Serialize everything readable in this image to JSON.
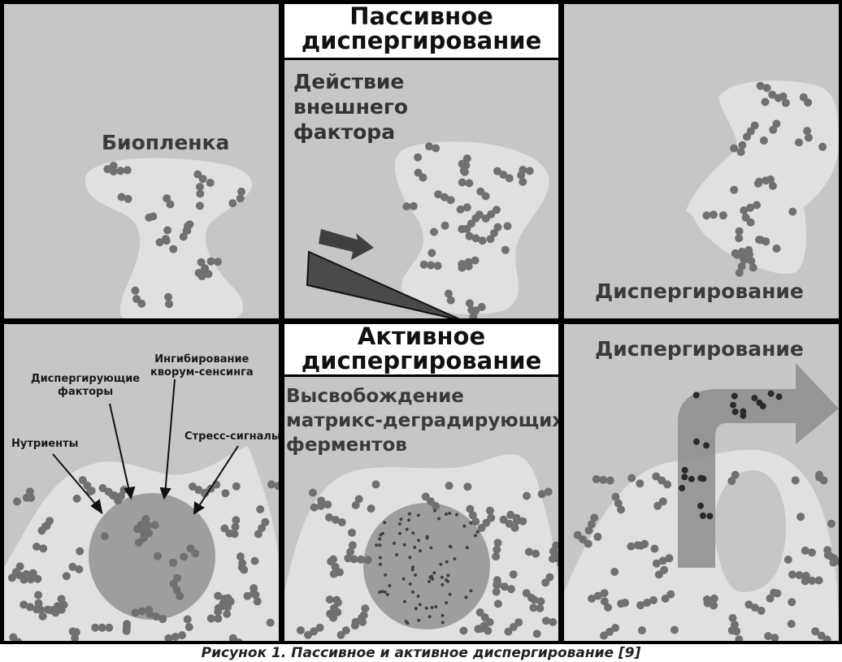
{
  "panels": {
    "passive_title_line1": "Пассивное",
    "passive_title_line2": "диспергирование",
    "biofilm_label": "Биопленка",
    "external_factor_line1": "Действие",
    "external_factor_line2": "внешнего",
    "external_factor_line3": "фактора",
    "dispersal_label_top": "Диспергирование",
    "active_title_line1": "Активное",
    "active_title_line2": "диспергирование",
    "matrix_line1": "Высвобождение",
    "matrix_line2": "матрикс-деградирующих",
    "matrix_line3": "ферментов",
    "dispersal_label_bottom": "Диспергирование",
    "signals": {
      "nutrients": "Нутриенты",
      "dispersing_factors_line1": "Диспергирующие",
      "dispersing_factors_line2": "факторы",
      "qs_inhibition_line1": "Ингибирование",
      "qs_inhibition_line2": "кворум-сенсинга",
      "stress_signals": "Стресс-сигналы"
    }
  },
  "caption": "Рисунок 1. Пассивное и активное диспергирование [9]",
  "colors": {
    "background": "#c6c6c6",
    "biofilm": "#e0e0e0",
    "cell": "#707070",
    "dark_cell": "#2a2a2a",
    "cluster": "#9e9e9e",
    "arrow": "#4a4a4a"
  }
}
